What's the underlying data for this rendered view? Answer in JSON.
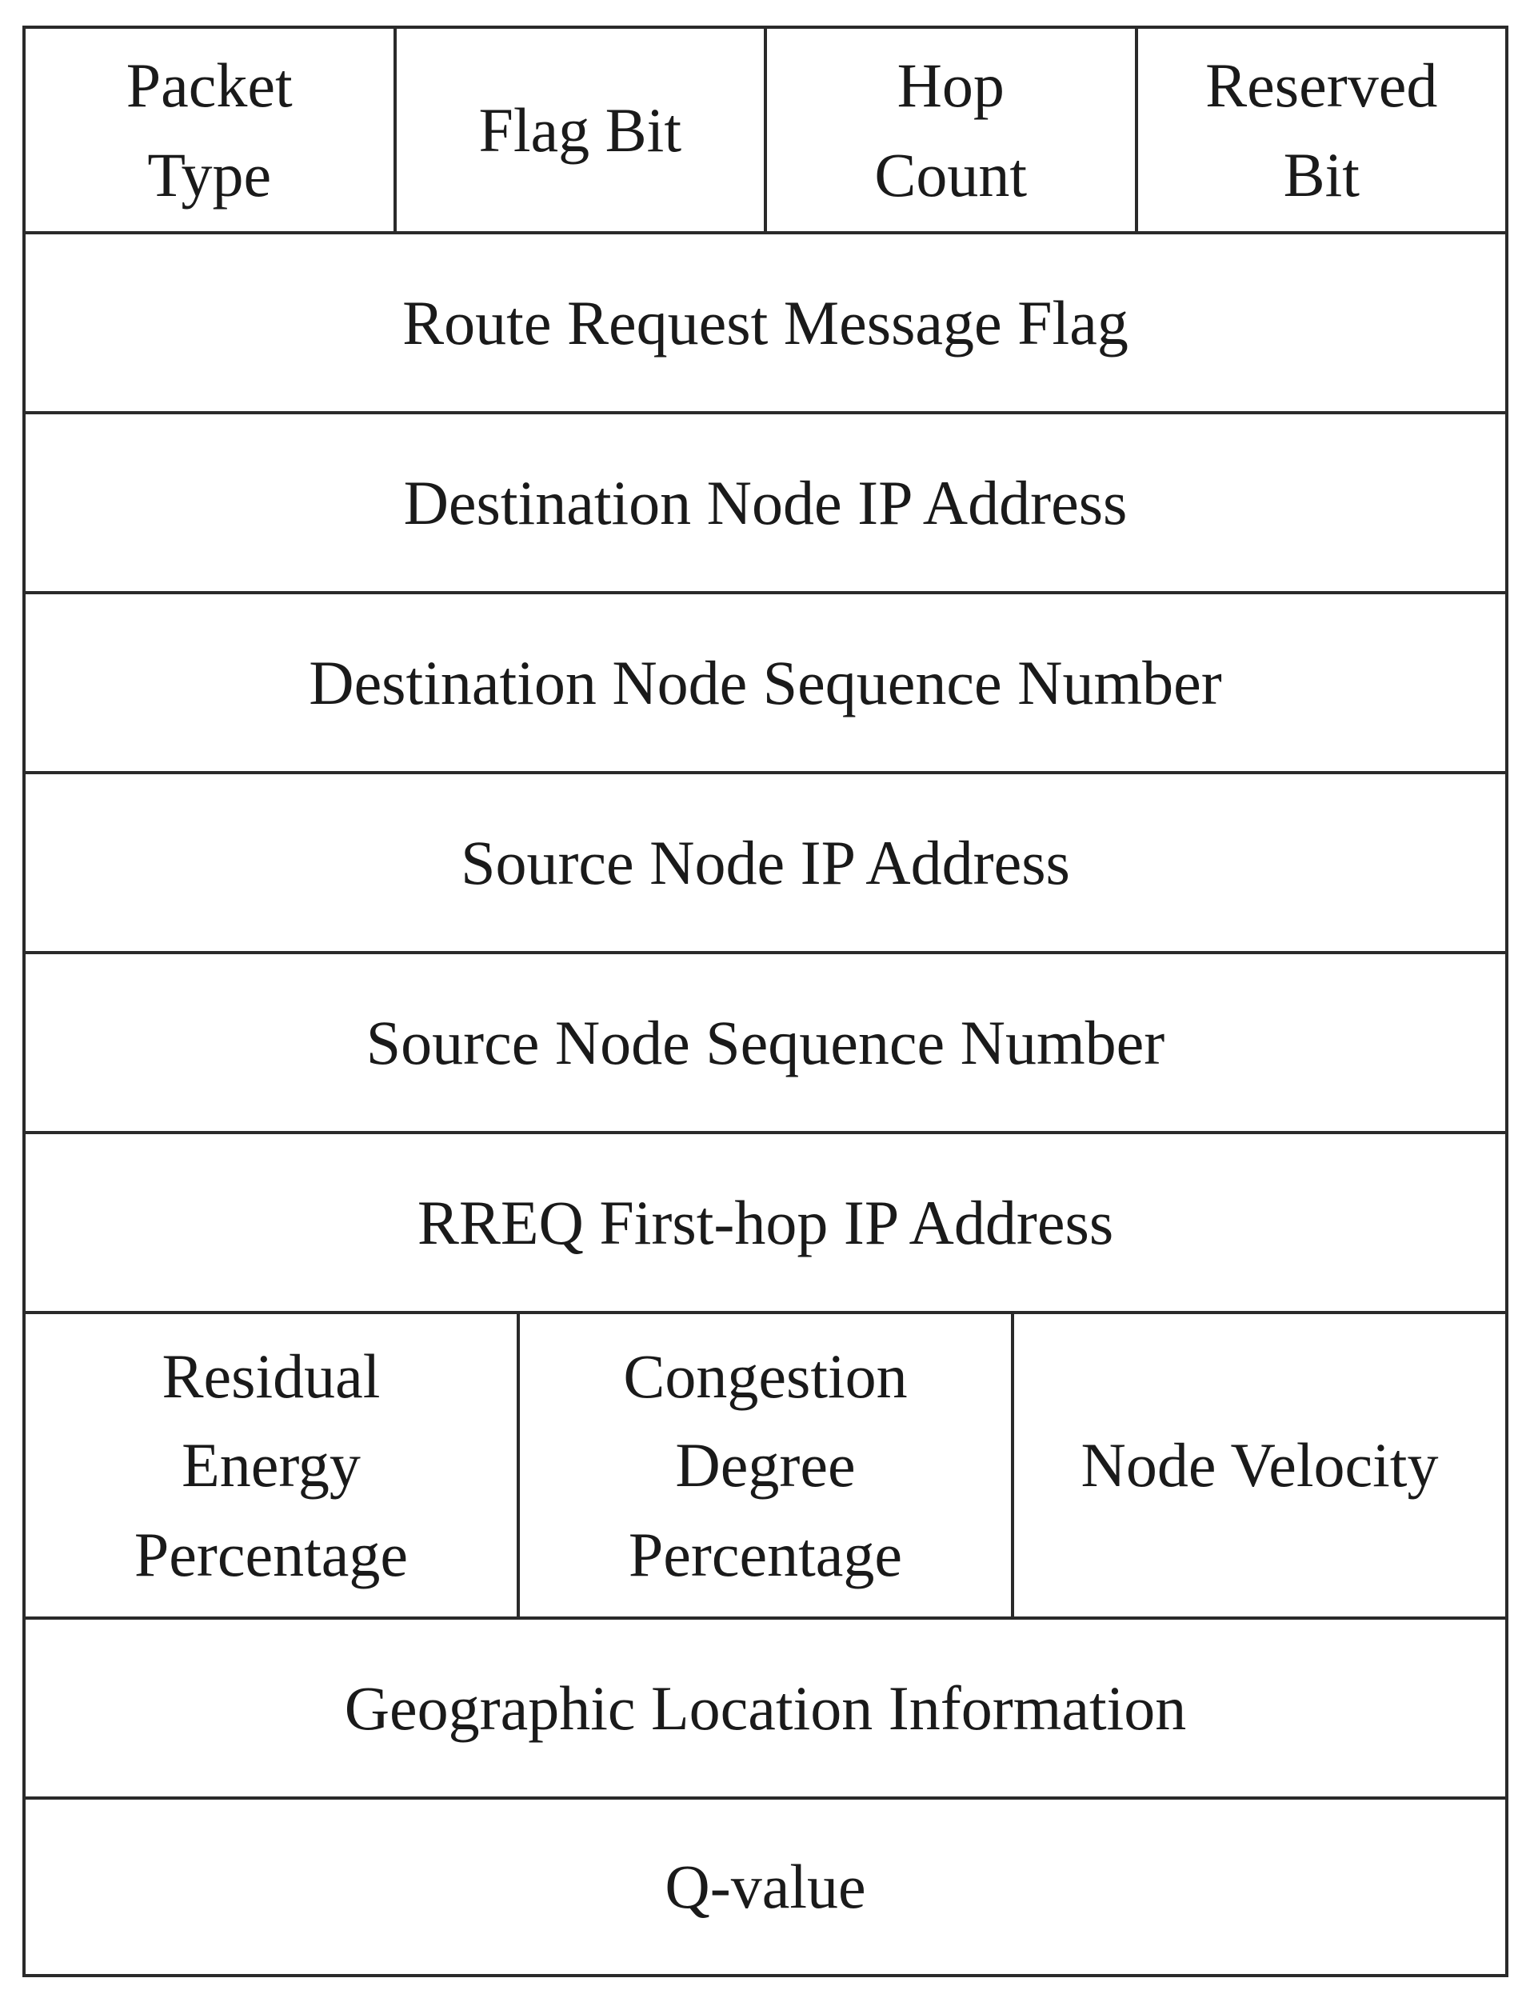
{
  "diagram": {
    "header_fields": [
      "Packet\nType",
      "Flag Bit",
      "Hop\nCount",
      "Reserved\nBit"
    ],
    "route_request_message_flag": "Route Request Message Flag",
    "destination_node_ip": "Destination Node IP Address",
    "destination_node_sequence": "Destination Node Sequence Number",
    "source_node_ip": "Source Node IP Address",
    "source_node_sequence": "Source Node Sequence Number",
    "rreq_first_hop_ip": "RREQ First-hop IP Address",
    "metric_fields": [
      "Residual\nEnergy\nPercentage",
      "Congestion\nDegree\nPercentage",
      "Node Velocity"
    ],
    "geographic_location": "Geographic Location Information",
    "q_value": "Q-value"
  }
}
